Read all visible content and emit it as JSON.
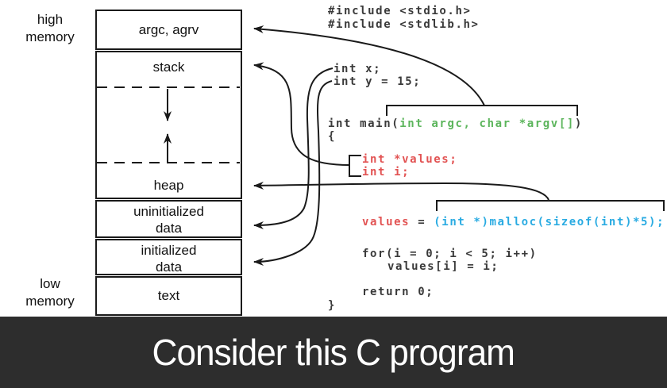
{
  "diagram": {
    "high_memory_line1": "high",
    "high_memory_line2": "memory",
    "low_memory_line1": "low",
    "low_memory_line2": "memory",
    "sections": {
      "argc": "argc, agrv",
      "stack": "stack",
      "heap": "heap",
      "uninitialized_line1": "uninitialized",
      "uninitialized_line2": "data",
      "initialized_line1": "initialized",
      "initialized_line2": "data",
      "text": "text"
    }
  },
  "code": {
    "inc1": "#include <stdio.h>",
    "inc2": "#include <stdlib.h>",
    "x_decl": "int x;",
    "y_decl": "int y = 15;",
    "main_pre": "int main(",
    "main_args": "int argc, char *argv[]",
    "main_post": ")",
    "open_brace": "{",
    "values_decl": "int *values;",
    "i_decl": "int i;",
    "assign_lhs": "values",
    "assign_eq": " = ",
    "assign_rhs": "(int *)malloc(sizeof(int)*5);",
    "for_line": "for(i = 0; i < 5; i++)",
    "for_body": "values[i] = i;",
    "return_line": "return 0;",
    "close_brace": "}"
  },
  "banner": {
    "title": "Consider this C program"
  },
  "colors": {
    "ink": "#1a1a1a",
    "code_ink": "#3a3a3a",
    "keyword_green": "#5cb55c",
    "highlight_red": "#e25353",
    "highlight_blue": "#2aabe2",
    "banner_bg": "#2d2d2d",
    "banner_text": "#ffffff"
  }
}
